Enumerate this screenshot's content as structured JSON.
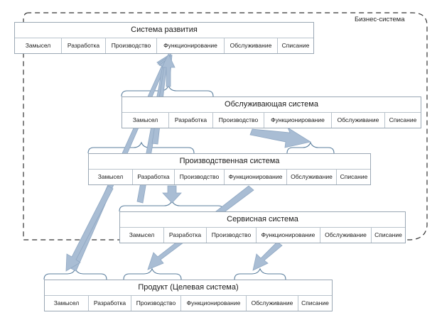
{
  "diagram": {
    "title": "Бизнес-система",
    "boundary_label": "Бизнес-система",
    "colors": {
      "arrow_fill": "#a9bdd4",
      "arrow_stroke": "#8fa7c2",
      "box_border": "#8c9aa8",
      "brace_stroke": "#5b7f9e",
      "boundary_stroke": "#333333",
      "background": "#ffffff"
    },
    "stage_labels": [
      "Замысел",
      "Разработка",
      "Производство",
      "Функционирование",
      "Обслуживание",
      "Списание"
    ],
    "systems": [
      {
        "id": "system-razvitiya",
        "name": "Система развития",
        "stages": [
          "Замысел",
          "Разработка",
          "Производство",
          "Функционирование",
          "Обслуживание",
          "Списание"
        ]
      },
      {
        "id": "obsluzhivayushchaya-sistema",
        "name": "Обслуживающая система",
        "stages": [
          "Замысел",
          "Разработка",
          "Производство",
          "Функционирование",
          "Обслуживание",
          "Списание"
        ]
      },
      {
        "id": "proizvodstvennaya-sistema",
        "name": "Производственная система",
        "stages": [
          "Замысел",
          "Разработка",
          "Производство",
          "Функционирование",
          "Обслуживание",
          "Списание"
        ]
      },
      {
        "id": "servisnaya-sistema",
        "name": "Сервисная система",
        "stages": [
          "Замысел",
          "Разработка",
          "Производство",
          "Функционирование",
          "Обслуживание",
          "Списание"
        ]
      },
      {
        "id": "produkt-celevaya-sistema",
        "name": "Продукт (Целевая система)",
        "stages": [
          "Замысел",
          "Разработка",
          "Производство",
          "Функционирование",
          "Обслуживание",
          "Списание"
        ]
      }
    ]
  }
}
